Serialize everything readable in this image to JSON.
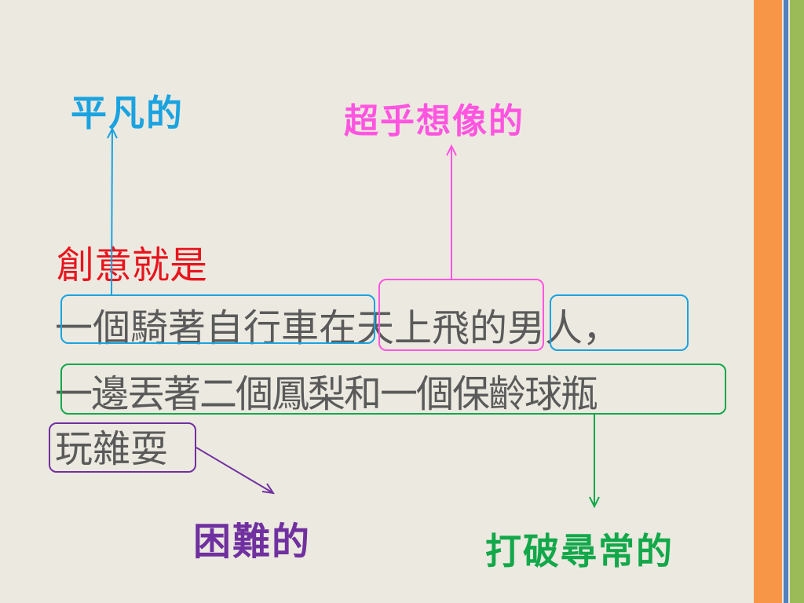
{
  "colors": {
    "background": "#ece9e0",
    "ordinary": "#1aa3e0",
    "imagine": "#ff55e0",
    "difficult": "#7030a0",
    "break": "#12a84a",
    "heading": "#e8141d",
    "body_text": "#5a5a5a",
    "stripe_orange": "#f79646",
    "stripe_blue": "#4f81bd",
    "stripe_green": "#9bbb59"
  },
  "labels": {
    "ordinary": "平凡的",
    "imagine": "超乎想像的",
    "difficult": "困難的",
    "break": "打破尋常的"
  },
  "text": {
    "heading": "創意就是",
    "line1": "一個騎著自行車在天上飛的男人，",
    "line2": "一邊丟著二個鳳梨和一個保齡球瓶",
    "line3": "玩雜耍"
  }
}
